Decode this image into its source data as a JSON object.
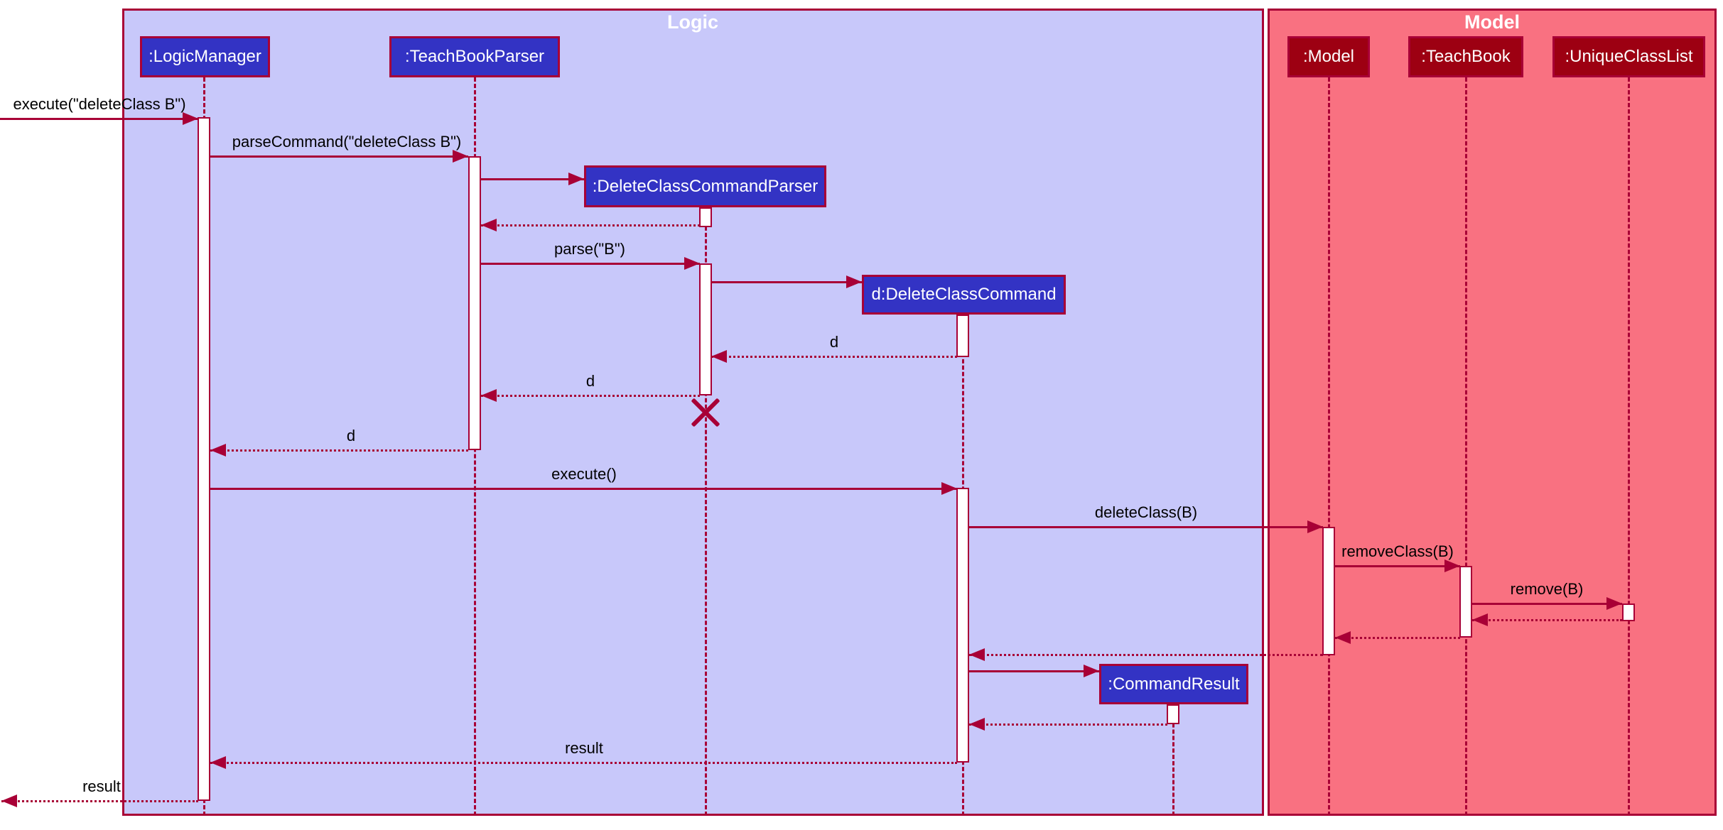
{
  "diagram_type": "uml-sequence-diagram",
  "colors": {
    "background": "#ffffff",
    "logic_frame_fill": "#C8C8FA",
    "model_frame_fill": "#F97181",
    "logic_participant_fill": "#3333C4",
    "model_participant_fill": "#9D0012",
    "line_and_border": "#A80036",
    "frame_title_text": "#ffffff",
    "participant_text": "#ffffff",
    "message_text": "#000000"
  },
  "frames": [
    {
      "title": "Logic"
    },
    {
      "title": "Model"
    }
  ],
  "participants": [
    {
      "label": ":LogicManager",
      "group": "logic"
    },
    {
      "label": ":TeachBookParser",
      "group": "logic"
    },
    {
      "label": ":DeleteClassCommandParser",
      "group": "logic"
    },
    {
      "label": "d:DeleteClassCommand",
      "group": "logic"
    },
    {
      "label": ":CommandResult",
      "group": "logic"
    },
    {
      "label": ":Model",
      "group": "model"
    },
    {
      "label": ":TeachBook",
      "group": "model"
    },
    {
      "label": ":UniqueClassList",
      "group": "model"
    }
  ],
  "messages": [
    {
      "label": "execute(\"deleteClass B\")",
      "kind": "call"
    },
    {
      "label": "parseCommand(\"deleteClass B\")",
      "kind": "call"
    },
    {
      "label": "",
      "kind": "create"
    },
    {
      "label": "",
      "kind": "return"
    },
    {
      "label": "parse(\"B\")",
      "kind": "call"
    },
    {
      "label": "",
      "kind": "create"
    },
    {
      "label": "d",
      "kind": "return"
    },
    {
      "label": "d",
      "kind": "return"
    },
    {
      "label": "d",
      "kind": "return"
    },
    {
      "label": "execute()",
      "kind": "call"
    },
    {
      "label": "deleteClass(B)",
      "kind": "call"
    },
    {
      "label": "removeClass(B)",
      "kind": "call"
    },
    {
      "label": "remove(B)",
      "kind": "call"
    },
    {
      "label": "",
      "kind": "return"
    },
    {
      "label": "",
      "kind": "return"
    },
    {
      "label": "",
      "kind": "return"
    },
    {
      "label": "",
      "kind": "create"
    },
    {
      "label": "",
      "kind": "return"
    },
    {
      "label": "result",
      "kind": "return"
    },
    {
      "label": "result",
      "kind": "return"
    }
  ],
  "destroy_marker": {
    "on": ":DeleteClassCommandParser"
  }
}
